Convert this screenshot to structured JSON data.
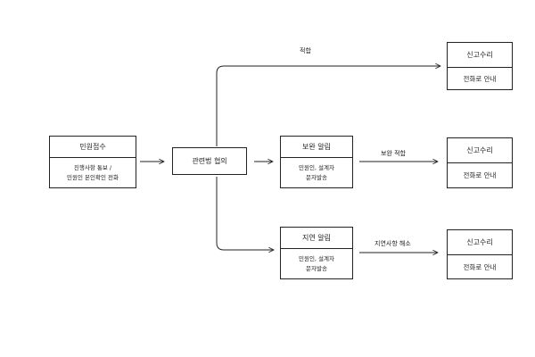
{
  "nodes": {
    "intake": {
      "title": "민원접수",
      "lines": [
        "진행사항 통보 /",
        "민원인 본인확인 전화"
      ]
    },
    "consult": {
      "title": "관련법 협의"
    },
    "supplement": {
      "title": "보완 알림",
      "lines": [
        "민원인, 설계자",
        "문자발송"
      ]
    },
    "delay": {
      "title": "지연 알림",
      "lines": [
        "민원인, 설계자",
        "문자발송"
      ]
    },
    "accept_top": {
      "title": "신고수리",
      "body": "전화로 안내"
    },
    "accept_mid": {
      "title": "신고수리",
      "body": "전화로 안내"
    },
    "accept_bot": {
      "title": "신고수리",
      "body": "전화로 안내"
    }
  },
  "edge_labels": {
    "suitable": "적합",
    "supplement_suitable": "보완 적합",
    "delay_resolved": "지연사항 해소"
  }
}
